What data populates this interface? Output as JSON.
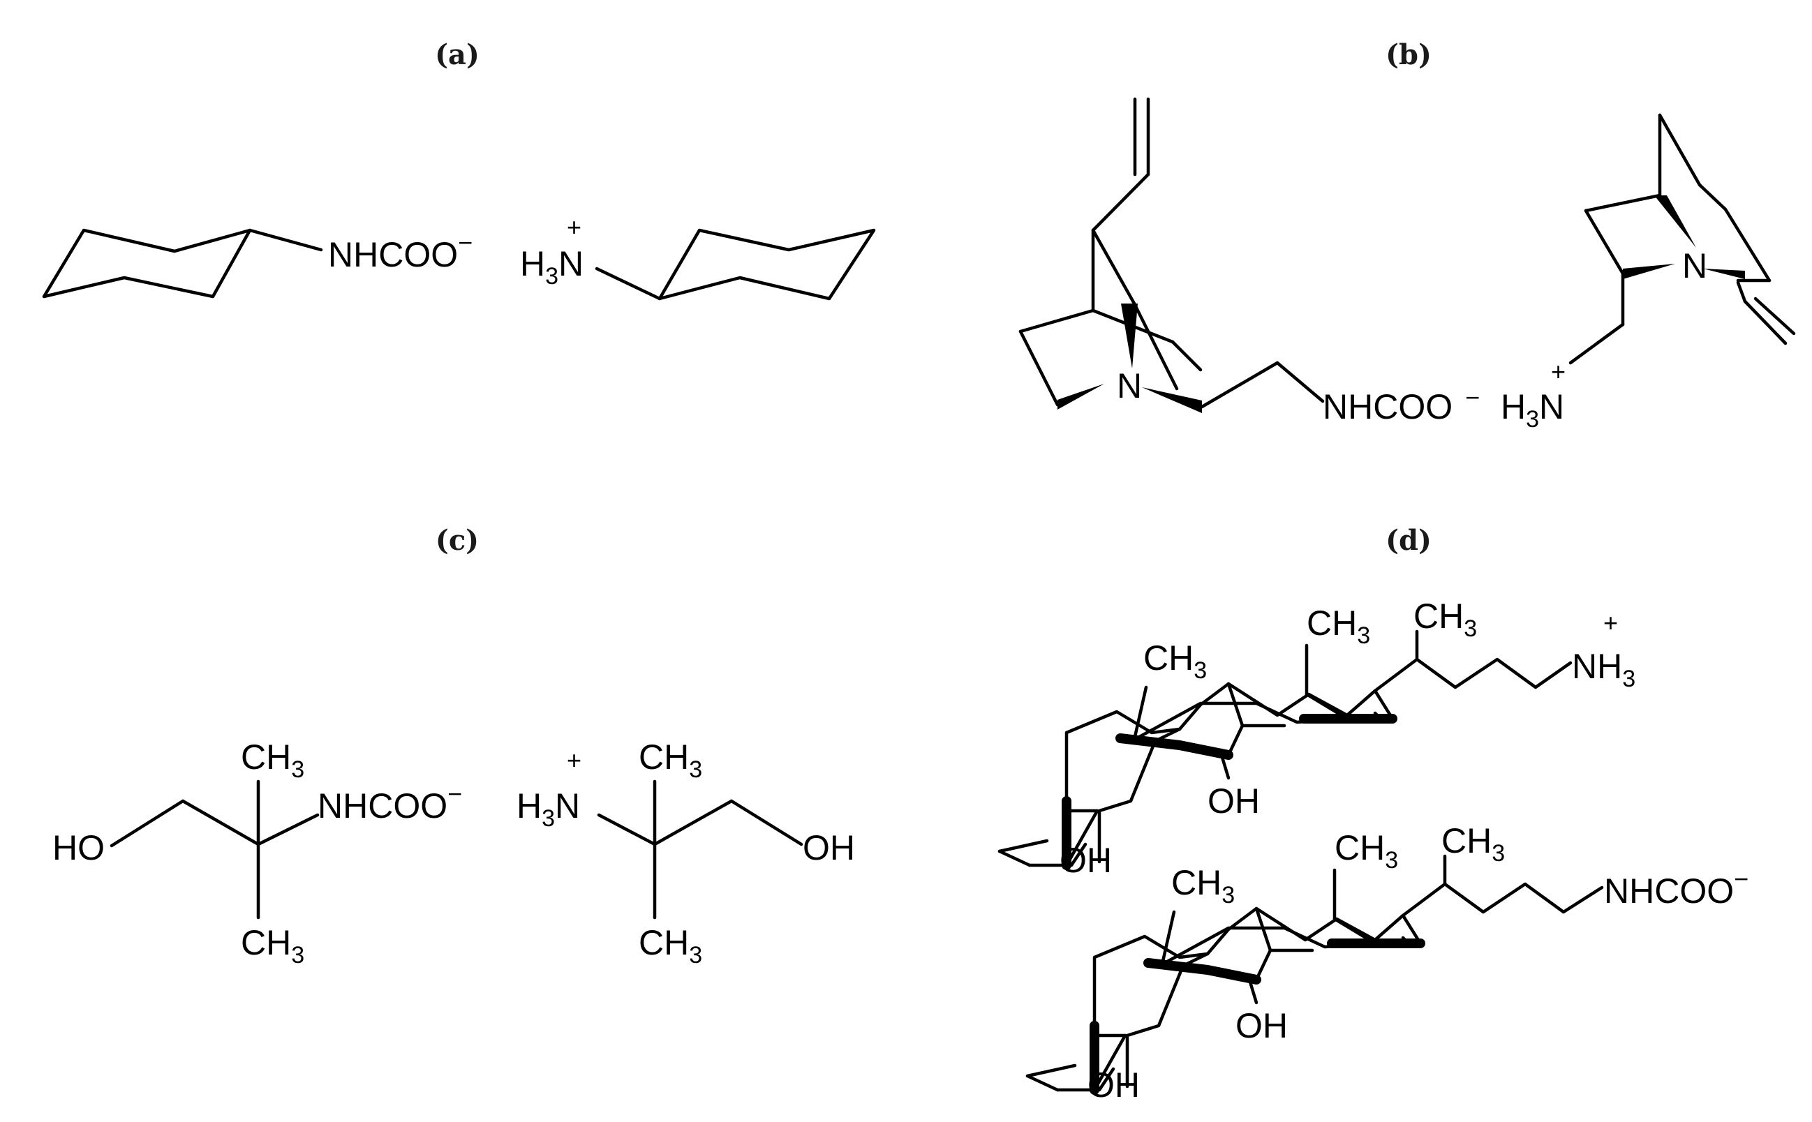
{
  "panels": {
    "a": {
      "label": "(a)",
      "anion": {
        "group": "NHCOO",
        "charge": "−"
      },
      "cation": {
        "h": "H",
        "h_sub": "3",
        "n": "N",
        "charge": "+"
      }
    },
    "b": {
      "label": "(b)",
      "anion": {
        "ring_n": "N",
        "group": "NHCOO",
        "charge": "−"
      },
      "cation": {
        "ring_n": "N",
        "h": "H",
        "h_sub": "3",
        "n": "N",
        "charge": "+"
      }
    },
    "c": {
      "label": "(c)",
      "anion": {
        "ho": "HO",
        "ch": "CH",
        "sub": "3",
        "group": "NHCOO",
        "charge": "−"
      },
      "cation": {
        "h": "H",
        "h_sub": "3",
        "n": "N",
        "charge": "+",
        "ch": "CH",
        "sub": "3",
        "oh": "OH"
      }
    },
    "d": {
      "label": "(d)",
      "top": {
        "ch": "CH",
        "sub": "3",
        "oh": "OH",
        "nh": "NH",
        "nh_sub": "3",
        "charge": "+"
      },
      "bottom": {
        "ch": "CH",
        "sub": "3",
        "oh": "OH",
        "group": "NHCOO",
        "charge": "−"
      }
    }
  }
}
